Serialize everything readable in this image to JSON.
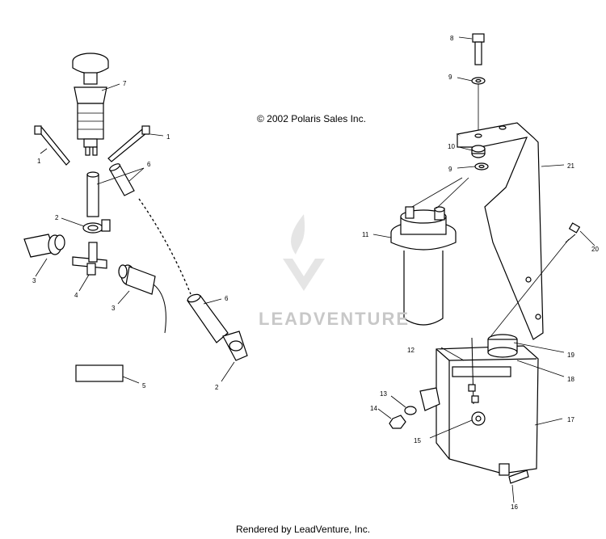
{
  "copyright": "© 2002 Polaris Sales Inc.",
  "footer": "Rendered by LeadVenture, Inc.",
  "watermark": "LEADVENTURE",
  "callouts": [
    "1",
    "1",
    "2",
    "2",
    "3",
    "3",
    "4",
    "5",
    "6",
    "6",
    "7",
    "8",
    "9",
    "9",
    "10",
    "11",
    "12",
    "13",
    "14",
    "15",
    "16",
    "17",
    "18",
    "19",
    "20",
    "21"
  ]
}
